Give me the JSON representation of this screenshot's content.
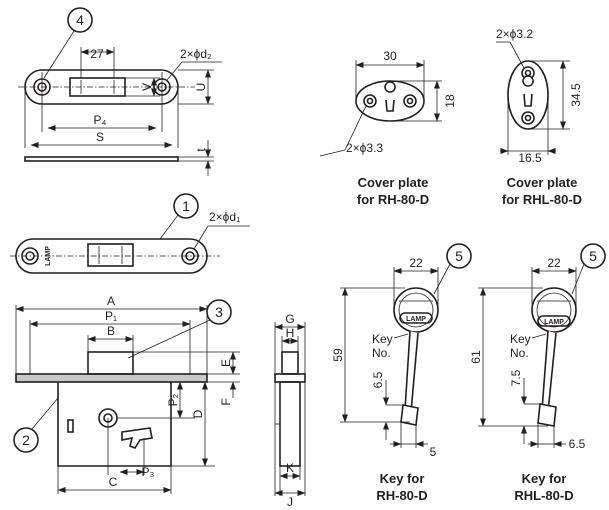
{
  "callouts": {
    "n1": "1",
    "n2": "2",
    "n3": "3",
    "n4": "4",
    "n5a": "5",
    "n5b": "5"
  },
  "strike_plate": {
    "dim_27": "27",
    "dim_2xd2": "2×ϕd₂",
    "dim_V": "V",
    "dim_U": "U",
    "dim_P4": "P₄",
    "dim_S": "S",
    "dim_t": "t"
  },
  "lock_face": {
    "dim_2xd1": "2×ϕd₁",
    "logo": "LAMP"
  },
  "lock_body": {
    "dim_A": "A",
    "dim_P1": "P₁",
    "dim_B": "B",
    "dim_E": "E",
    "dim_F": "F",
    "dim_P2": "P₂",
    "dim_D": "D",
    "dim_P3": "P₃",
    "dim_C": "C"
  },
  "side_view": {
    "dim_G": "G",
    "dim_H": "H",
    "dim_K": "K",
    "dim_J": "J"
  },
  "cover_rh": {
    "dim_30": "30",
    "dim_18": "18",
    "dim_2x33": "2×ϕ3.3",
    "caption_1": "Cover plate",
    "caption_2": "for RH-80-D"
  },
  "cover_rhl": {
    "dim_2x32": "2×ϕ3.2",
    "dim_345": "34.5",
    "dim_165": "16.5",
    "caption_1": "Cover plate",
    "caption_2": "for RHL-80-D"
  },
  "key_rh": {
    "dim_22": "22",
    "dim_59": "59",
    "dim_65": "6.5",
    "dim_5": "5",
    "key_label_1": "Key",
    "key_label_2": "No.",
    "logo": "LAMP",
    "caption_1": "Key for",
    "caption_2": "RH-80-D"
  },
  "key_rhl": {
    "dim_22": "22",
    "dim_61": "61",
    "dim_75": "7.5",
    "dim_65": "6.5",
    "key_label_1": "Key",
    "key_label_2": "No.",
    "logo": "LAMP",
    "caption_1": "Key for",
    "caption_2": "RHL-80-D"
  }
}
